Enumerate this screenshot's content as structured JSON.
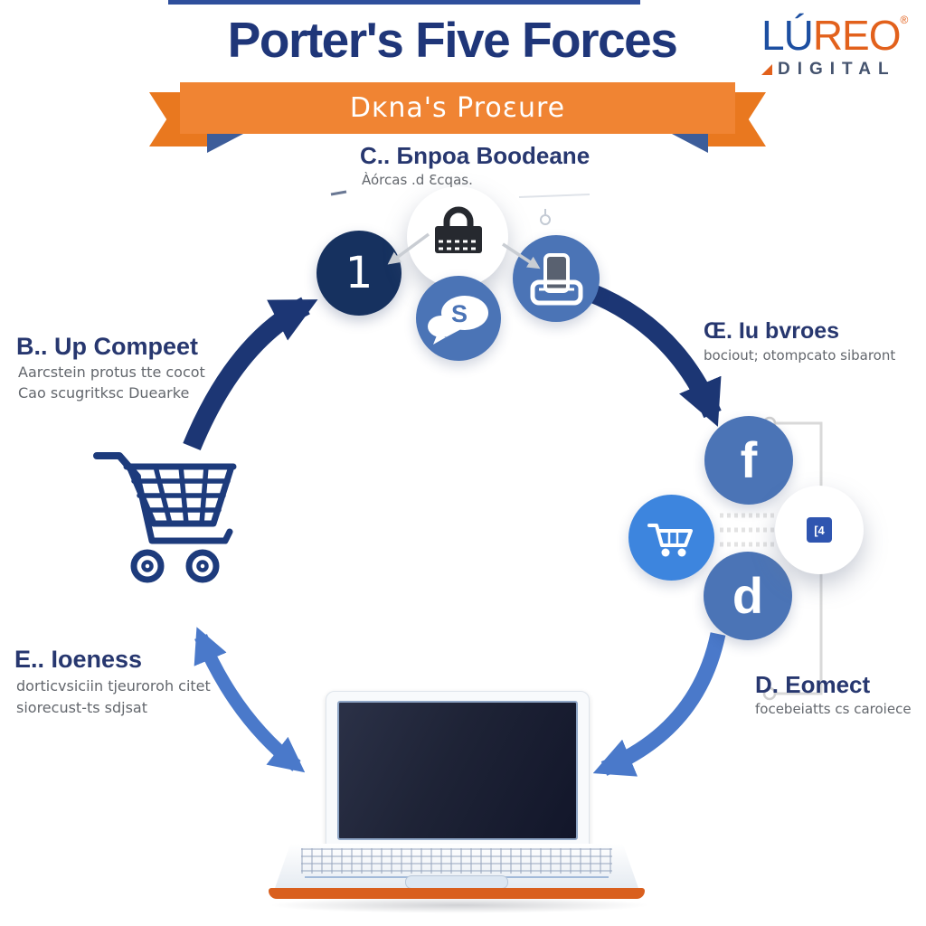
{
  "title": "Porter's Five Forces",
  "logo": {
    "lu": "LÚ",
    "reo": "REO",
    "reg": "®",
    "digital": "DIGITAL"
  },
  "ribbon": {
    "label": "Dĸna's Proεure"
  },
  "forces": {
    "top": {
      "heading": "C.. Ƃnpoa Boodeane",
      "subtitle": "Àórcas .d Ɛcqas.",
      "number": "1",
      "bubble_letter": "S"
    },
    "left": {
      "heading": "B.. Up Compeet",
      "line1": "Aarcstein protus tte cocot",
      "line2": "Cao scugritksc Duearke"
    },
    "right": {
      "heading": "Œ. Iu bvroes",
      "line1": "bociout; otompcato sibaront",
      "facebook_letter": "f",
      "d_letter": "d",
      "badge_glyph": "[4"
    },
    "bottom_left": {
      "heading": "E.. Ioeness",
      "line1": "dorticvsiciin tjeuroroh citet",
      "line2": "siorecust-ts sdjsat"
    },
    "bottom_right": {
      "heading": "D. Eomect",
      "line1": "focebeiatts cs caroiece"
    }
  },
  "colors": {
    "title_navy": "#1f3679",
    "dark_circle": "#16315f",
    "mid_blue": "#4b74b6",
    "bright_blue": "#3d85de",
    "arrow_navy": "#1c3674",
    "arrow_blue": "#4a79ca",
    "ribbon_orange": "#f08433",
    "ribbon_tail_orange": "#e9781f",
    "ribbon_fold_navy": "#3d5d9a",
    "logo_blue": "#1d4fa1",
    "logo_orange": "#e2611c",
    "laptop_bottom_orange": "#d95f1e",
    "gray_text": "#63676d"
  }
}
